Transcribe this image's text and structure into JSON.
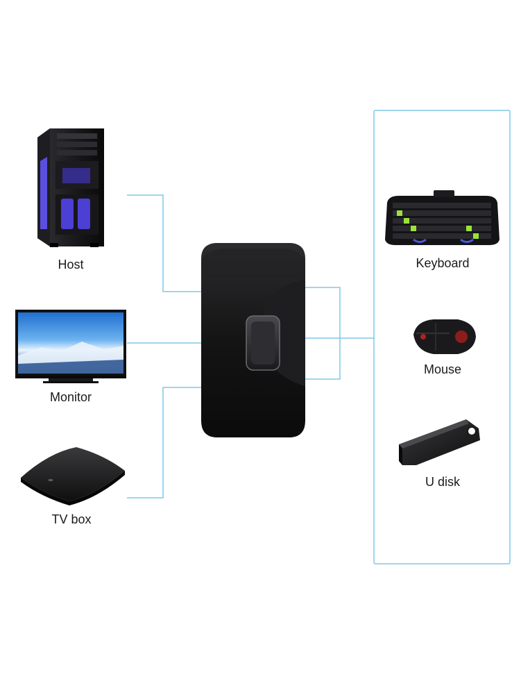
{
  "devices_left": [
    {
      "label": "Host",
      "icon": "pc-tower-icon"
    },
    {
      "label": "Monitor",
      "icon": "monitor-icon"
    },
    {
      "label": "TV box",
      "icon": "tv-box-icon"
    }
  ],
  "devices_right": [
    {
      "label": "Keyboard",
      "icon": "keyboard-icon"
    },
    {
      "label": "Mouse",
      "icon": "mouse-icon"
    },
    {
      "label": "U disk",
      "icon": "usb-drive-icon"
    }
  ],
  "switch": {
    "icon": "kvm-switch-icon"
  },
  "colors": {
    "connector": "#7fc9e6",
    "device_dark": "#1b1b1d",
    "accent_blue": "#5a4fe0"
  }
}
